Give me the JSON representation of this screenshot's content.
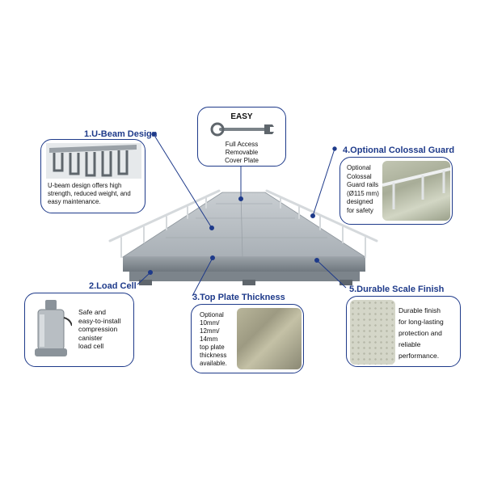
{
  "easy": {
    "heading": "EASY",
    "lines": [
      "Full Access",
      "Removable",
      "Cover Plate"
    ]
  },
  "ubeam": {
    "title": "1.U-Beam Design",
    "text": "U-beam design offers high strength, reduced weight, and easy maintenance."
  },
  "load_cell": {
    "title": "2.Load Cell",
    "lines": [
      "Safe and",
      "easy-to-install",
      "compression",
      "canister",
      "load cell"
    ]
  },
  "top_plate": {
    "title": "3.Top Plate Thickness",
    "lines": [
      "Optional",
      "10mm/",
      "12mm/",
      "14mm",
      "top plate",
      "thickness",
      "available."
    ]
  },
  "guard": {
    "title": "4.Optional Colossal Guard",
    "lines": [
      "Optional",
      "Colossal",
      "Guard rails",
      "(Ø115 mm)",
      "designed",
      "for safety"
    ]
  },
  "finish": {
    "title": "5.Durable Scale Finish",
    "lines": [
      "Durable finish",
      "for long-lasting",
      "protection and",
      "reliable",
      "performance."
    ]
  },
  "colors": {
    "accent": "#1e3a8a",
    "steel": "#b8bec3",
    "steel_dark": "#8b939a"
  }
}
